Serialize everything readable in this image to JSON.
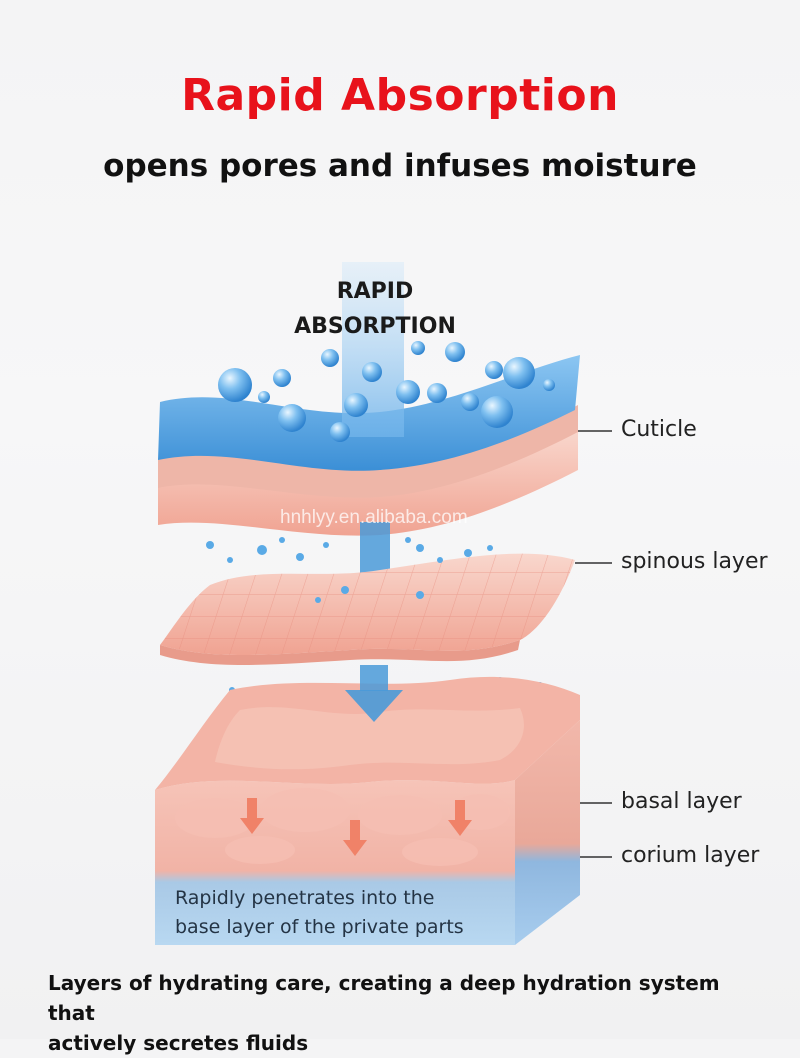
{
  "header": {
    "title": "Rapid Absorption",
    "subtitle": "opens pores and infuses moisture"
  },
  "diagram": {
    "arrow_text_line1": "RAPID",
    "arrow_text_line2": "ABSORPTION",
    "layers": [
      {
        "label": "Cuticle"
      },
      {
        "label": "spinous layer"
      },
      {
        "label": "basal layer"
      },
      {
        "label": "corium layer"
      }
    ],
    "inner_text_line1": "Rapidly penetrates into the",
    "inner_text_line2": "base layer of the private parts",
    "watermark": "hnhlyy.en.alibaba.com"
  },
  "caption": {
    "line1": "Layers of hydrating care, creating a deep hydration system that",
    "line2": "actively secretes fluids"
  },
  "colors": {
    "title": "#e8121b",
    "water_blue": "#4aa3e6",
    "skin_pink": "#f2a99a"
  }
}
